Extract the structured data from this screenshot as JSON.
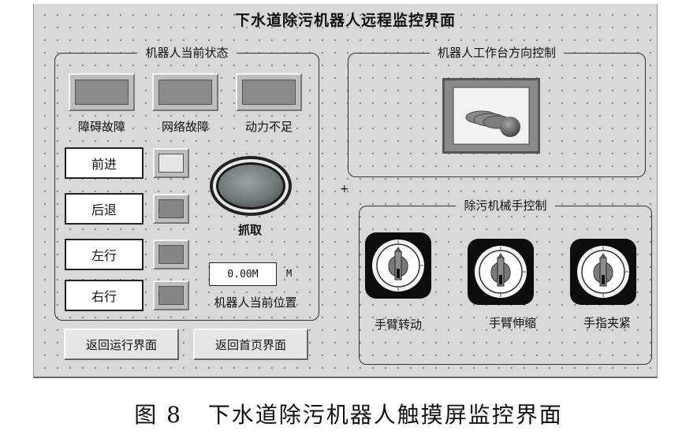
{
  "screen": {
    "title": "下水道除污机器人远程监控界面"
  },
  "status_panel": {
    "legend": "机器人当前状态",
    "fault_lamps": [
      {
        "label": "障碍故障"
      },
      {
        "label": "网络故障"
      },
      {
        "label": "动力不足"
      }
    ],
    "motions": [
      {
        "label": "前进",
        "indicator_color": "#e6e6e6"
      },
      {
        "label": "后退",
        "indicator_color": "#858585"
      },
      {
        "label": "左行",
        "indicator_color": "#858585"
      },
      {
        "label": "右行",
        "indicator_color": "#858585"
      }
    ],
    "grab_label": "抓取",
    "position_value": "0.00M",
    "position_unit": "M",
    "position_label": "机器人当前位置"
  },
  "nav": {
    "back_to_run": "返回运行界面",
    "back_to_home": "返回首页界面"
  },
  "direction_panel": {
    "legend": "机器人工作台方向控制",
    "joystick_icon": "joystick-icon"
  },
  "arm_panel": {
    "legend": "除污机械手控制",
    "knobs": [
      {
        "label": "手臂转动",
        "icon": "rotary-knob-icon"
      },
      {
        "label": "手臂伸缩",
        "icon": "rotary-knob-icon"
      },
      {
        "label": "手指夹紧",
        "icon": "rotary-knob-icon"
      }
    ]
  },
  "figure_caption": "图 8   下水道除污机器人触摸屏监控界面"
}
